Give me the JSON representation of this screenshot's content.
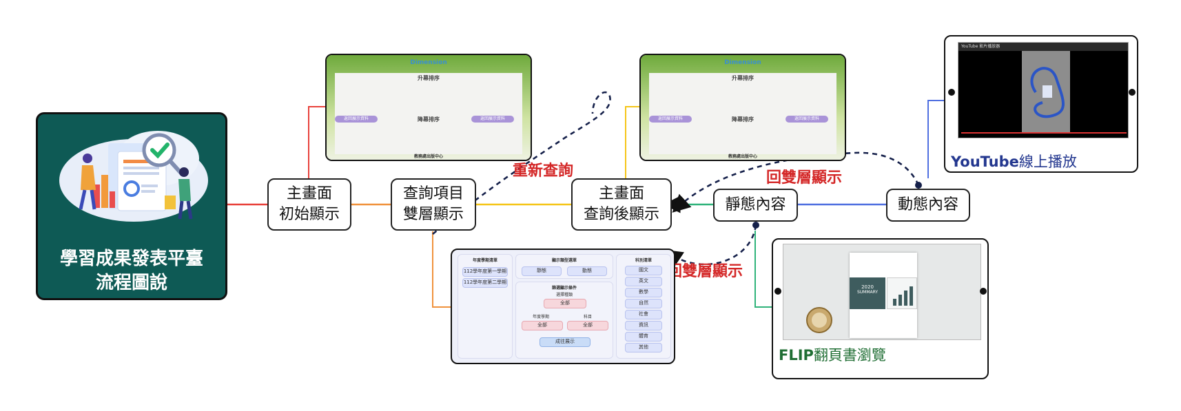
{
  "title": {
    "line1": "學習成果發表平臺",
    "line2": "流程圖說"
  },
  "nodes": {
    "main_initial": {
      "line1": "主畫面",
      "line2": "初始顯示"
    },
    "query_items": {
      "line1": "查詢項目",
      "line2": "雙層顯示"
    },
    "main_after_query": {
      "line1": "主畫面",
      "line2": "查詢後顯示"
    },
    "static_content": {
      "line1": "靜態內容"
    },
    "dynamic_content": {
      "line1": "動態內容"
    }
  },
  "labels": {
    "requery": "重新查詢",
    "back_two_layer_top": "回雙層顯示",
    "back_two_layer_bottom": "回雙層顯示"
  },
  "captions": {
    "youtube_brand": "YouTube",
    "youtube_rest": "線上播放",
    "flip_brand": "FLIP",
    "flip_rest": "翻頁書瀏覽"
  },
  "screens": {
    "board": {
      "logo": "Dimension",
      "heading_top": "升幕排序",
      "heading_mid": "降幕排序",
      "pill_left": "返回展示資料",
      "pill_right": "返回展示資料",
      "footer": "教務處出版中心"
    },
    "query": {
      "col1_title": "年度學期清單",
      "col1_items": [
        "112學年度第一學期",
        "112學年度第二學期"
      ],
      "col2_title": "顯示類型選單",
      "col2_items": [
        "靜態",
        "動態"
      ],
      "condition_title": "篩選顯示條件",
      "select_all_label": "選擇種類",
      "select_all": "全部",
      "year_label": "年度學期",
      "year_value": "全部",
      "subject_label": "科目",
      "subject_value": "全部",
      "submit": "成往展示",
      "col3_title": "科別清單",
      "col3_items": [
        "國文",
        "英文",
        "數學",
        "自然",
        "社會",
        "資訊",
        "體育",
        "其他"
      ]
    },
    "youtube": {
      "window_title": "YouTube 影片播放器"
    },
    "flip": {
      "book_year": "2020",
      "book_title": "SUMMARY"
    }
  },
  "colors": {
    "title_bg": "#0e5a55",
    "line_red": "#e8403a",
    "line_orange": "#f0923c",
    "line_yellow": "#f5c518",
    "line_green": "#2fb37a",
    "line_blue": "#4f6fe0",
    "label_red": "#d42727",
    "youtube_caption": "#23378f",
    "flip_caption": "#1f6e33"
  }
}
